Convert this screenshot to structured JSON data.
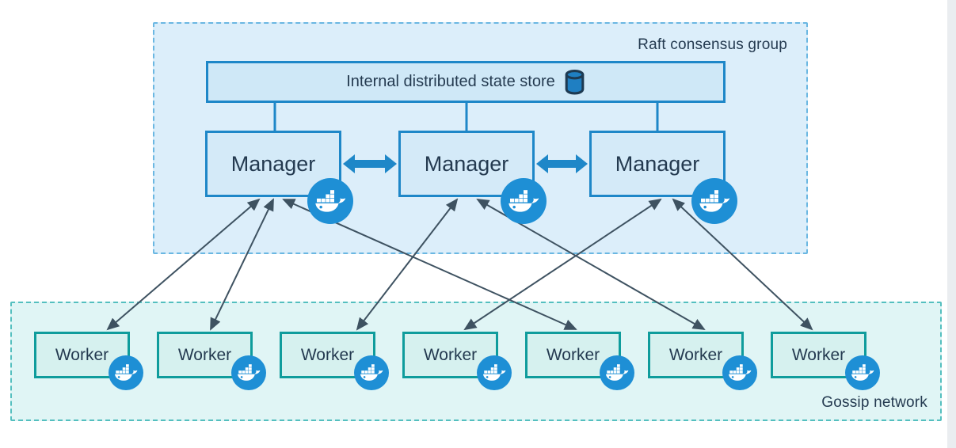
{
  "raft_group": {
    "label": "Raft consensus group"
  },
  "gossip_group": {
    "label": "Gossip network"
  },
  "state_store": {
    "label": "Internal distributed state store",
    "icon": "database-cylinder-icon"
  },
  "managers": [
    {
      "id": "manager-1",
      "label": "Manager",
      "badge_icon": "docker-whale-icon"
    },
    {
      "id": "manager-2",
      "label": "Manager",
      "badge_icon": "docker-whale-icon"
    },
    {
      "id": "manager-3",
      "label": "Manager",
      "badge_icon": "docker-whale-icon"
    }
  ],
  "workers": [
    {
      "id": "worker-1",
      "label": "Worker",
      "badge_icon": "docker-whale-icon"
    },
    {
      "id": "worker-2",
      "label": "Worker",
      "badge_icon": "docker-whale-icon"
    },
    {
      "id": "worker-3",
      "label": "Worker",
      "badge_icon": "docker-whale-icon"
    },
    {
      "id": "worker-4",
      "label": "Worker",
      "badge_icon": "docker-whale-icon"
    },
    {
      "id": "worker-5",
      "label": "Worker",
      "badge_icon": "docker-whale-icon"
    },
    {
      "id": "worker-6",
      "label": "Worker",
      "badge_icon": "docker-whale-icon"
    },
    {
      "id": "worker-7",
      "label": "Worker",
      "badge_icon": "docker-whale-icon"
    }
  ],
  "edges": {
    "state_store_links": [
      "manager-1",
      "manager-2",
      "manager-3"
    ],
    "manager_peer_links": [
      [
        "manager-1",
        "manager-2"
      ],
      [
        "manager-2",
        "manager-3"
      ]
    ],
    "manager_worker_links": [
      [
        "manager-1",
        "worker-1"
      ],
      [
        "manager-1",
        "worker-2"
      ],
      [
        "manager-1",
        "worker-5"
      ],
      [
        "manager-2",
        "worker-3"
      ],
      [
        "manager-2",
        "worker-6"
      ],
      [
        "manager-3",
        "worker-4"
      ],
      [
        "manager-3",
        "worker-7"
      ]
    ]
  },
  "colors": {
    "raft_fill": "#dceefa",
    "raft_border": "#6ab7e2",
    "blue_node_fill": "#d4eaf8",
    "blue_node_border": "#1e87c8",
    "gossip_fill": "#e0f5f5",
    "gossip_border": "#54bfbf",
    "worker_fill": "#d6f1ef",
    "worker_border": "#0f9c9c",
    "docker_badge": "#1e8fd5",
    "link_arrow": "#3e5261",
    "peer_arrow": "#1e87c8",
    "text": "#243a50"
  }
}
